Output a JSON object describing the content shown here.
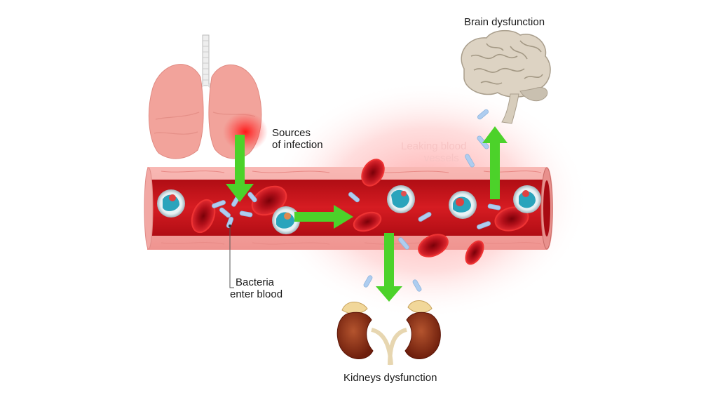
{
  "labels": {
    "source_line1": "Sources",
    "source_line2": "of infection",
    "leaking_line1": "Leaking blood",
    "leaking_line2": "vessels",
    "bacteria_line1": "Bacteria",
    "bacteria_line2": "enter blood",
    "kidneys": "Kidneys dysfunction",
    "brain": "Brain dysfunction"
  },
  "colors": {
    "vessel_outer": "#f4a0a0",
    "vessel_inner": "#c8141b",
    "arrow_green": "#4cd22a",
    "bacteria": "#aacdf0",
    "glow": "#ff6b6b",
    "lung": "#f2a39b",
    "kidney": "#8a2a12",
    "brain": "#d8cfc0"
  }
}
